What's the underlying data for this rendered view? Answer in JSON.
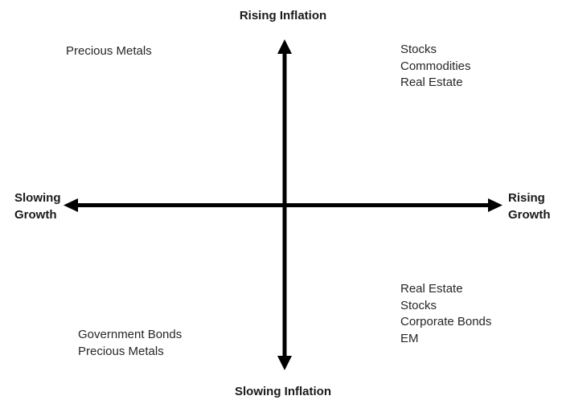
{
  "diagram": {
    "title_top": "Rising Inflation",
    "title_bottom": "Slowing Inflation",
    "axis_left": [
      "Slowing",
      "Growth"
    ],
    "axis_right": [
      "Rising",
      "Growth"
    ],
    "quadrant_top_left": [
      "Precious Metals"
    ],
    "quadrant_top_right": [
      "Stocks",
      "Commodities",
      "Real Estate"
    ],
    "quadrant_bottom_left": [
      "Government Bonds",
      "Precious Metals"
    ],
    "quadrant_bottom_right": [
      "Real Estate",
      "Stocks",
      "Corporate Bonds",
      "EM"
    ],
    "colors": {
      "text": "#262626",
      "axis": "#000000",
      "background": "#ffffff"
    }
  }
}
